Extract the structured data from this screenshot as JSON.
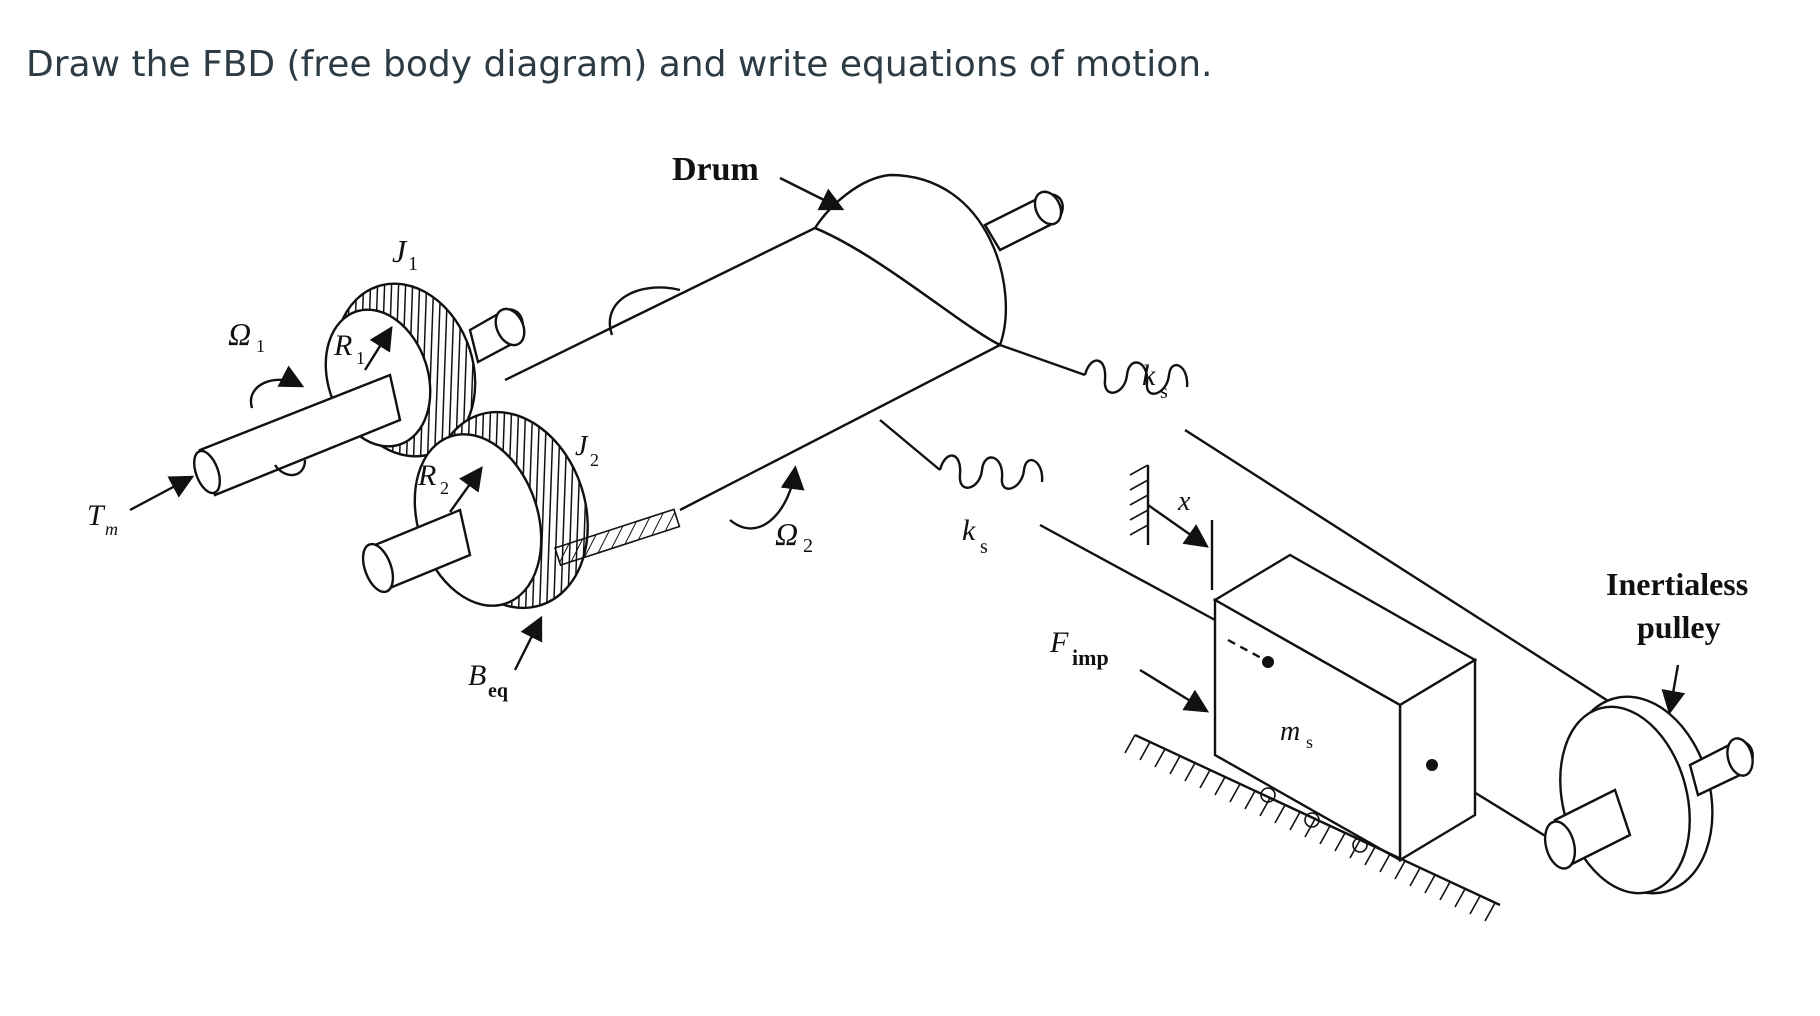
{
  "question": "Draw the FBD (free body diagram) and write equations of motion.",
  "diagram": {
    "drum": "Drum",
    "j1": "J",
    "j1_sub": "1",
    "j2": "J",
    "j2_sub": "2",
    "omega1": "Ω",
    "omega1_sub": "1",
    "omega2": "Ω",
    "omega2_sub": "2",
    "r1": "R",
    "r1_sub": "1",
    "r2": "R",
    "r2_sub": "2",
    "tm": "T",
    "tm_sub": "m",
    "ks_top": "k",
    "ks_top_sub": "s",
    "ks_bottom": "k",
    "ks_bottom_sub": "s",
    "x": "x",
    "fimp": "F",
    "fimp_sub": "imp",
    "beq": "B",
    "beq_sub": "eq",
    "ms": "m",
    "ms_sub": "s",
    "pulley_line1": "Inertialess",
    "pulley_line2": "pulley"
  }
}
